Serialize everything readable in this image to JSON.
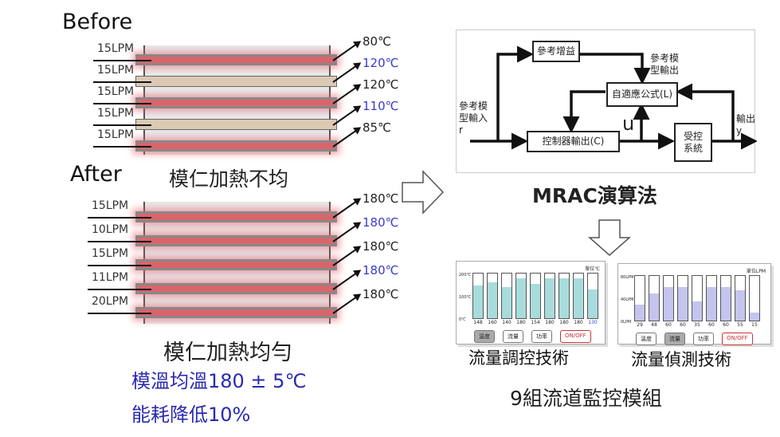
{
  "before": {
    "title": "Before",
    "caption": "模仁加熱不均",
    "rows": [
      {
        "flow": "15LPM",
        "temp": "80℃",
        "color": "#222",
        "hot": true
      },
      {
        "flow": "15LPM",
        "temp": "120℃",
        "color": "#3a3ad0",
        "hot": false
      },
      {
        "flow": "15LPM",
        "temp": "120℃",
        "color": "#222",
        "hot": true
      },
      {
        "flow": "15LPM",
        "temp": "110℃",
        "color": "#3a3ad0",
        "hot": false
      },
      {
        "flow": "15LPM",
        "temp": "85℃",
        "color": "#222",
        "hot": true
      }
    ]
  },
  "after": {
    "title": "After",
    "caption": "模仁加熱均勻",
    "rows": [
      {
        "flow": "15LPM",
        "temp": "180℃",
        "color": "#222",
        "hot": true
      },
      {
        "flow": "10LPM",
        "temp": "180℃",
        "color": "#3a3ad0",
        "hot": true
      },
      {
        "flow": "15LPM",
        "temp": "180℃",
        "color": "#222",
        "hot": true
      },
      {
        "flow": "11LPM",
        "temp": "180℃",
        "color": "#3a3ad0",
        "hot": true
      },
      {
        "flow": "20LPM",
        "temp": "180℃",
        "color": "#222",
        "hot": true
      }
    ]
  },
  "results": {
    "uniform": "模溫均溫180 ± 5℃",
    "energy": "能耗降低10%",
    "color": "#2a2ab0"
  },
  "mrac": {
    "title": "MRAC演算法",
    "ref_gain": "參考增益",
    "adaptive": "自適應公式(L)",
    "controller": "控制器輸出(C)",
    "plant": "受控\n系統",
    "ref_out": "參考模\n型輸出",
    "ref_in": "參考模\n型輸入\nr",
    "u": "u",
    "out": "輸出\ny"
  },
  "panels": [
    {
      "unit": "單位℃",
      "ticks": [
        "200℃",
        "100℃",
        "0℃"
      ],
      "max": 200,
      "fill": "#a8dcdc",
      "values": [
        148,
        160,
        140,
        180,
        154,
        180,
        180,
        180,
        130
      ],
      "buttons": [
        "溫度",
        "流量",
        "功率",
        "ON/OFF"
      ],
      "active": 0,
      "caption": "流量調控技術"
    },
    {
      "unit": "單位LPM",
      "ticks": [
        "80LPM",
        "40LPM",
        "0LPM"
      ],
      "max": 80,
      "fill": "#c4c4ee",
      "values": [
        29,
        48,
        60,
        60,
        35,
        60,
        60,
        55,
        15
      ],
      "buttons": [
        "溫度",
        "流量",
        "功率",
        "ON/OFF"
      ],
      "active": 1,
      "caption": "流量偵測技術"
    }
  ],
  "module_caption": "9組流道監控模組"
}
